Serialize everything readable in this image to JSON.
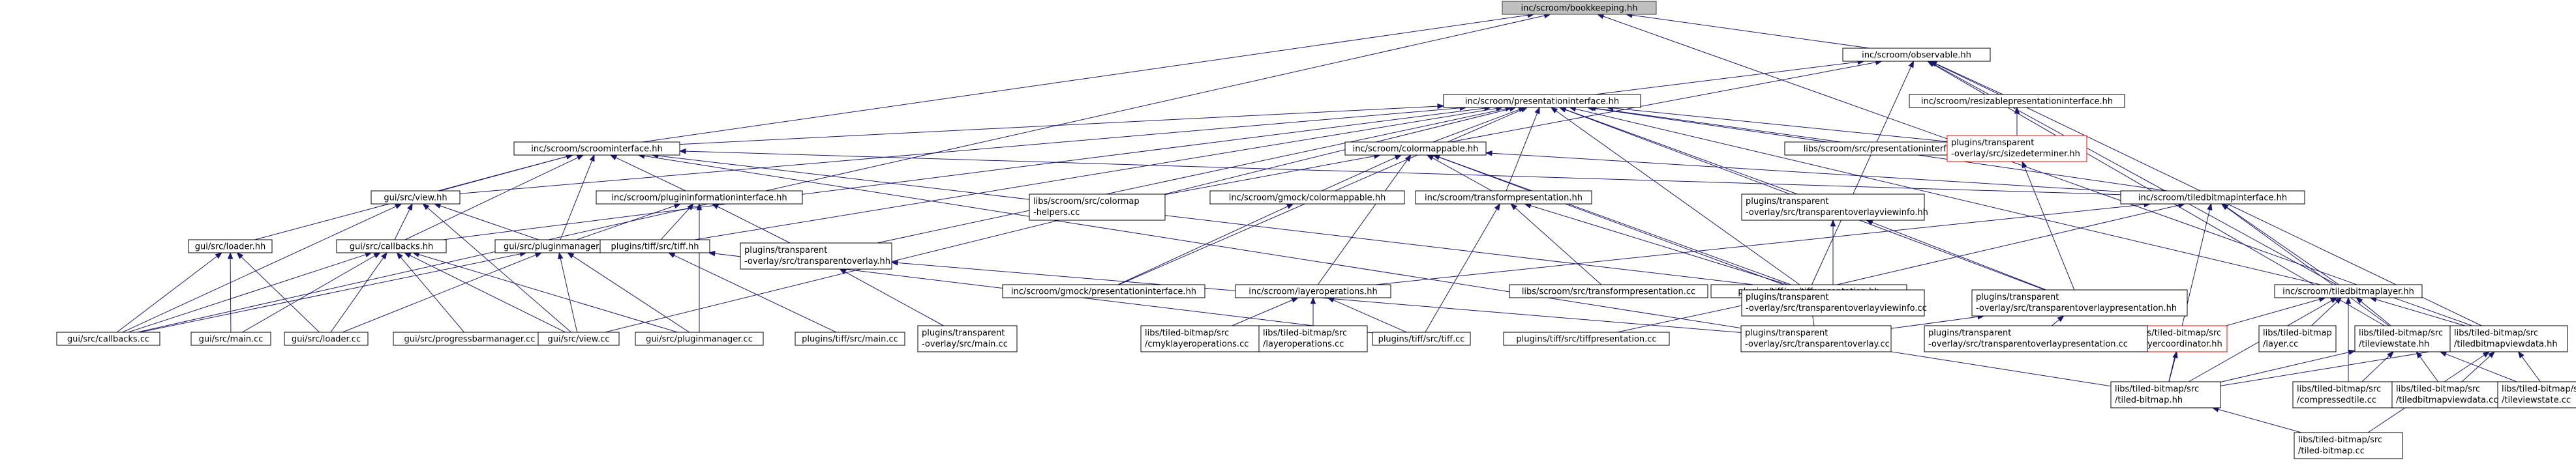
{
  "colors": {
    "focus_fill": "#bfbfbf",
    "edge": "#191970",
    "missing_border": "#ff0000"
  },
  "nodes": [
    {
      "id": "bk",
      "lines": [
        "inc/scroom/bookkeeping.hh"
      ],
      "style": "focus"
    },
    {
      "id": "obs",
      "lines": [
        "inc/scroom/observable.hh"
      ]
    },
    {
      "id": "pi",
      "lines": [
        "inc/scroom/presentationinterface.hh"
      ]
    },
    {
      "id": "rpi",
      "lines": [
        "inc/scroom/resizablepresentationinterface.hh"
      ]
    },
    {
      "id": "si",
      "lines": [
        "inc/scroom/scroominterface.hh"
      ]
    },
    {
      "id": "cm",
      "lines": [
        "inc/scroom/colormappable.hh"
      ]
    },
    {
      "id": "lspi",
      "lines": [
        "libs/scroom/src/presentationinterface.cc"
      ]
    },
    {
      "id": "sd",
      "lines": [
        "plugins/transparent",
        "-overlay/src/sizedeterminer.hh"
      ],
      "style": "red"
    },
    {
      "id": "view",
      "lines": [
        "gui/src/view.hh"
      ]
    },
    {
      "id": "pii",
      "lines": [
        "inc/scroom/plugininformationinterface.hh"
      ]
    },
    {
      "id": "lcmh",
      "lines": [
        "libs/scroom/src/colormap",
        "-helpers.cc"
      ]
    },
    {
      "id": "gcm",
      "lines": [
        "inc/scroom/gmock/colormappable.hh"
      ]
    },
    {
      "id": "tp",
      "lines": [
        "inc/scroom/transformpresentation.hh"
      ]
    },
    {
      "id": "tovi",
      "lines": [
        "plugins/transparent",
        "-overlay/src/transparentoverlayviewinfo.hh"
      ]
    },
    {
      "id": "tbi",
      "lines": [
        "inc/scroom/tiledbitmapinterface.hh"
      ]
    },
    {
      "id": "loader",
      "lines": [
        "gui/src/loader.hh"
      ]
    },
    {
      "id": "cbh",
      "lines": [
        "gui/src/callbacks.hh"
      ]
    },
    {
      "id": "pm",
      "lines": [
        "gui/src/pluginmanager.hh"
      ]
    },
    {
      "id": "tiffh",
      "lines": [
        "plugins/tiff/src/tiff.hh"
      ]
    },
    {
      "id": "toh",
      "lines": [
        "plugins/transparent",
        "-overlay/src/transparentoverlay.hh"
      ]
    },
    {
      "id": "gpi",
      "lines": [
        "inc/scroom/gmock/presentationinterface.hh"
      ]
    },
    {
      "id": "lo",
      "lines": [
        "inc/scroom/layeroperations.hh"
      ]
    },
    {
      "id": "ltp",
      "lines": [
        "libs/scroom/src/transformpresentation.cc"
      ]
    },
    {
      "id": "tiffp",
      "lines": [
        "plugins/tiff/src/tiffpresentation.hh"
      ]
    },
    {
      "id": "tovicc",
      "lines": [
        "plugins/transparent",
        "-overlay/src/transparentoverlayviewinfo.cc"
      ]
    },
    {
      "id": "top",
      "lines": [
        "plugins/transparent",
        "-overlay/src/transparentoverlaypresentation.hh"
      ]
    },
    {
      "id": "tbl",
      "lines": [
        "inc/scroom/tiledbitmaplayer.hh"
      ]
    },
    {
      "id": "lc",
      "lines": [
        "libs/tiled-bitmap/src",
        "/layercoordinator.hh"
      ],
      "style": "red"
    },
    {
      "id": "cbcc",
      "lines": [
        "gui/src/callbacks.cc"
      ]
    },
    {
      "id": "maincc",
      "lines": [
        "gui/src/main.cc"
      ]
    },
    {
      "id": "loadercc",
      "lines": [
        "gui/src/loader.cc"
      ]
    },
    {
      "id": "pbm",
      "lines": [
        "gui/src/progressbarmanager.cc"
      ]
    },
    {
      "id": "viewcc",
      "lines": [
        "gui/src/view.cc"
      ]
    },
    {
      "id": "pmcc",
      "lines": [
        "gui/src/pluginmanager.cc"
      ]
    },
    {
      "id": "tiffmain",
      "lines": [
        "plugins/tiff/src/main.cc"
      ]
    },
    {
      "id": "tomain",
      "lines": [
        "plugins/transparent",
        "-overlay/src/main.cc"
      ]
    },
    {
      "id": "cmyk",
      "lines": [
        "libs/tiled-bitmap/src",
        "/cmyklayeroperations.cc"
      ]
    },
    {
      "id": "locc",
      "lines": [
        "libs/tiled-bitmap/src",
        "/layeroperations.cc"
      ]
    },
    {
      "id": "tiffcc",
      "lines": [
        "plugins/tiff/src/tiff.cc"
      ]
    },
    {
      "id": "tiffpcc",
      "lines": [
        "plugins/tiff/src/tiffpresentation.cc"
      ]
    },
    {
      "id": "tocc",
      "lines": [
        "plugins/transparent",
        "-overlay/src/transparentoverlay.cc"
      ]
    },
    {
      "id": "topcc",
      "lines": [
        "plugins/transparent",
        "-overlay/src/transparentoverlaypresentation.cc"
      ]
    },
    {
      "id": "layercc",
      "lines": [
        "libs/tiled-bitmap",
        "/layer.cc"
      ]
    },
    {
      "id": "tvs",
      "lines": [
        "libs/tiled-bitmap/src",
        "/tileviewstate.hh"
      ]
    },
    {
      "id": "tbvd",
      "lines": [
        "libs/tiled-bitmap/src",
        "/tiledbitmapviewdata.hh"
      ]
    },
    {
      "id": "tbh",
      "lines": [
        "libs/tiled-bitmap/src",
        "/tiled-bitmap.hh"
      ]
    },
    {
      "id": "ctile",
      "lines": [
        "libs/tiled-bitmap/src",
        "/compressedtile.cc"
      ]
    },
    {
      "id": "tbvdcc",
      "lines": [
        "libs/tiled-bitmap/src",
        "/tiledbitmapviewdata.cc"
      ]
    },
    {
      "id": "tvscc",
      "lines": [
        "libs/tiled-bitmap/src",
        "/tileviewstate.cc"
      ]
    },
    {
      "id": "tbcc",
      "lines": [
        "libs/tiled-bitmap/src",
        "/tiled-bitmap.cc"
      ]
    }
  ],
  "edges": [
    [
      "bk",
      "obs"
    ],
    [
      "bk",
      "si"
    ],
    [
      "bk",
      "tbvd"
    ],
    [
      "bk",
      "cbcc"
    ],
    [
      "obs",
      "pi"
    ],
    [
      "obs",
      "rpi"
    ],
    [
      "obs",
      "cm"
    ],
    [
      "obs",
      "tiffp"
    ],
    [
      "obs",
      "tbl"
    ],
    [
      "obs",
      "tvs"
    ],
    [
      "obs",
      "tbvd"
    ],
    [
      "pi",
      "si"
    ],
    [
      "pi",
      "cm"
    ],
    [
      "pi",
      "lspi"
    ],
    [
      "pi",
      "sd"
    ],
    [
      "pi",
      "view"
    ],
    [
      "pi",
      "tp"
    ],
    [
      "pi",
      "tbi"
    ],
    [
      "pi",
      "tovi"
    ],
    [
      "pi",
      "cbh"
    ],
    [
      "pi",
      "tiffh"
    ],
    [
      "pi",
      "toh"
    ],
    [
      "pi",
      "gpi"
    ],
    [
      "pi",
      "tiffp"
    ],
    [
      "pi",
      "top"
    ],
    [
      "pi",
      "tbl"
    ],
    [
      "pi",
      "viewcc"
    ],
    [
      "rpi",
      "sd"
    ],
    [
      "si",
      "view"
    ],
    [
      "si",
      "pii"
    ],
    [
      "si",
      "cbh"
    ],
    [
      "si",
      "loader"
    ],
    [
      "si",
      "pm"
    ],
    [
      "si",
      "tiffp"
    ],
    [
      "si",
      "tbh"
    ],
    [
      "si",
      "tbi"
    ],
    [
      "cm",
      "lcmh"
    ],
    [
      "cm",
      "gcm"
    ],
    [
      "cm",
      "tp"
    ],
    [
      "cm",
      "lo"
    ],
    [
      "cm",
      "tiffp"
    ],
    [
      "cm",
      "tovicc"
    ],
    [
      "cm",
      "tbi"
    ],
    [
      "sd",
      "top"
    ],
    [
      "view",
      "cbh"
    ],
    [
      "view",
      "pm"
    ],
    [
      "view",
      "cbcc"
    ],
    [
      "view",
      "viewcc"
    ],
    [
      "pii",
      "pm"
    ],
    [
      "pii",
      "tiffh"
    ],
    [
      "pii",
      "toh"
    ],
    [
      "pii",
      "pmcc"
    ],
    [
      "gcm",
      "gpi"
    ],
    [
      "tp",
      "ltp"
    ],
    [
      "tp",
      "tiffp"
    ],
    [
      "tp",
      "tiffcc"
    ],
    [
      "tovi",
      "tovicc"
    ],
    [
      "tovi",
      "top"
    ],
    [
      "tbi",
      "tbl"
    ],
    [
      "tbi",
      "tiffp"
    ],
    [
      "tbi",
      "lo"
    ],
    [
      "tbi",
      "tvs"
    ],
    [
      "tbi",
      "tbh"
    ],
    [
      "loader",
      "cbcc"
    ],
    [
      "loader",
      "maincc"
    ],
    [
      "loader",
      "loadercc"
    ],
    [
      "cbh",
      "cbcc"
    ],
    [
      "cbh",
      "maincc"
    ],
    [
      "cbh",
      "loadercc"
    ],
    [
      "cbh",
      "pbm"
    ],
    [
      "cbh",
      "viewcc"
    ],
    [
      "cbh",
      "pmcc"
    ],
    [
      "pm",
      "loadercc"
    ],
    [
      "pm",
      "viewcc"
    ],
    [
      "pm",
      "pmcc"
    ],
    [
      "pm",
      "cbcc"
    ],
    [
      "tiffh",
      "tiffmain"
    ],
    [
      "tiffh",
      "tiffcc"
    ],
    [
      "toh",
      "tomain"
    ],
    [
      "toh",
      "tocc"
    ],
    [
      "lo",
      "cmyk"
    ],
    [
      "lo",
      "locc"
    ],
    [
      "lo",
      "tiffcc"
    ],
    [
      "tiffp",
      "tiffpcc"
    ],
    [
      "tiffp",
      "tocc"
    ],
    [
      "top",
      "tocc"
    ],
    [
      "top",
      "topcc"
    ],
    [
      "tbl",
      "lc"
    ],
    [
      "tbl",
      "layercc"
    ],
    [
      "tbl",
      "tvs"
    ],
    [
      "tbl",
      "tbvd"
    ],
    [
      "tbl",
      "ctile"
    ],
    [
      "tbl",
      "tbh"
    ],
    [
      "lc",
      "tbh"
    ],
    [
      "tvs",
      "tbh"
    ],
    [
      "tvs",
      "ctile"
    ],
    [
      "tvs",
      "tbvdcc"
    ],
    [
      "tvs",
      "tvscc"
    ],
    [
      "tbvd",
      "tbh"
    ],
    [
      "tbvd",
      "tbvdcc"
    ],
    [
      "tbvd",
      "tvscc"
    ],
    [
      "tbvd",
      "tbcc"
    ],
    [
      "tbh",
      "tbcc"
    ]
  ]
}
